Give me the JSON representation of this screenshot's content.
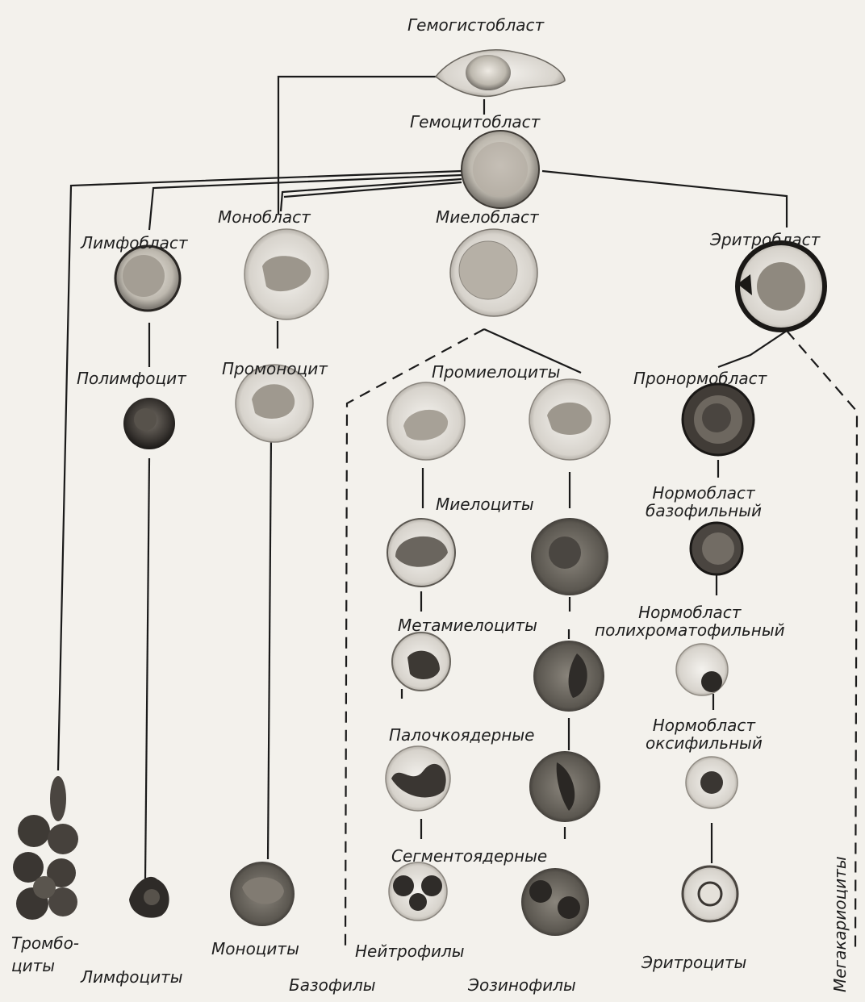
{
  "title": "Гемогистобласт",
  "colors": {
    "ink": "#1e1e1e",
    "paper": "#f3f1ec",
    "cell_fill": "#d8d4cc",
    "nucleus": "#3a3632"
  },
  "labels": {
    "hemohistoblast": "Гемогистобласт",
    "hemocytoblast": "Гемоцитобласт",
    "monoblast": "Монобласт",
    "myeloblast": "Миелобласт",
    "lymphoblast": "Лимфобласт",
    "erythroblast": "Эритробласт",
    "polymphocyte": "Полимфоцит",
    "promonocyte": "Промоноцит",
    "promyelocytes": "Промиелоциты",
    "pronormoblast": "Пронормобласт",
    "myelocytes": "Миелоциты",
    "normoblast_basophilic_1": "Нормобласт",
    "normoblast_basophilic_2": "базофильный",
    "metamyelocytes": "Метамиелоциты",
    "normoblast_poly_1": "Нормобласт",
    "normoblast_poly_2": "полихроматофильный",
    "band": "Палочкоядерные",
    "normoblast_oxy_1": "Нормобласт",
    "normoblast_oxy_2": "оксифильный",
    "segmented": "Сегментоядерные",
    "thrombocytes_1": "Тромбо-",
    "thrombocytes_2": "циты",
    "lymphocytes": "Лимфоциты",
    "monocytes": "Моноциты",
    "basophils": "Базофилы",
    "neutrophils": "Нейтрофилы",
    "eosinophils": "Эозинофилы",
    "erythrocytes": "Эритроциты",
    "megakaryocytes": "Мегакариоциты"
  }
}
